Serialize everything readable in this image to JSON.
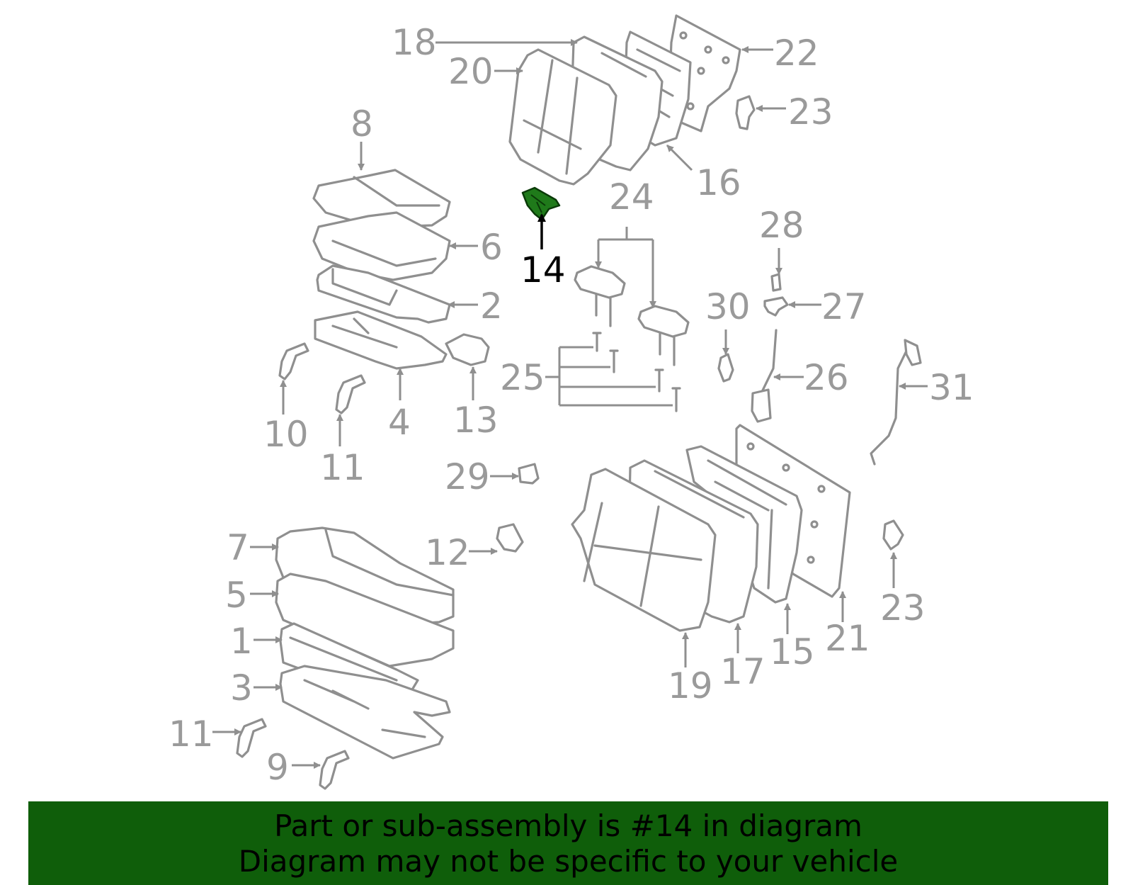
{
  "banner": {
    "line1": "Part or sub-assembly is #14 in diagram",
    "line2": "Diagram may not be specific to your vehicle"
  },
  "colors": {
    "line_art": "#8f8f8f",
    "callout_text": "#9a9a9a",
    "highlight_part": "#1f7a1a",
    "highlight_label": "#000000",
    "banner_bg": "#0f5e0a",
    "banner_text": "#000000"
  },
  "highlighted_part": "14",
  "callouts": {
    "c1": "1",
    "c2": "2",
    "c3": "3",
    "c4": "4",
    "c5": "5",
    "c6": "6",
    "c7": "7",
    "c8": "8",
    "c9": "9",
    "c10": "10",
    "c11a": "11",
    "c11b": "11",
    "c12": "12",
    "c13": "13",
    "c14": "14",
    "c15": "15",
    "c16": "16",
    "c17": "17",
    "c18": "18",
    "c19": "19",
    "c20": "20",
    "c21": "21",
    "c22": "22",
    "c23a": "23",
    "c23b": "23",
    "c24": "24",
    "c25": "25",
    "c26": "26",
    "c27": "27",
    "c28": "28",
    "c29": "29",
    "c30": "30",
    "c31": "31"
  }
}
